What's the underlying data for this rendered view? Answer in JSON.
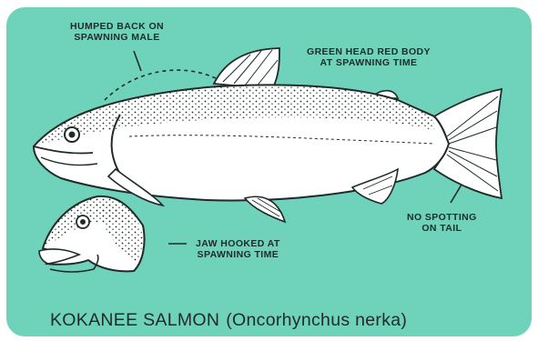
{
  "labels": {
    "humped_back": [
      "HUMPED BACK ON",
      "SPAWNING MALE"
    ],
    "color_note": [
      "GREEN HEAD  RED BODY",
      "AT SPAWNING TIME"
    ],
    "jaw_hooked": [
      "JAW HOOKED AT",
      "SPAWNING TIME"
    ],
    "no_spotting": [
      "NO SPOTTING",
      "ON TAIL"
    ]
  },
  "title": {
    "common_name": "KOKANEE SALMON",
    "scientific_name": "(Oncorhynchus nerka)"
  },
  "colors": {
    "background": "#6fd2bb",
    "fish_body": "#ffffff",
    "ink": "#1f2a2a"
  }
}
